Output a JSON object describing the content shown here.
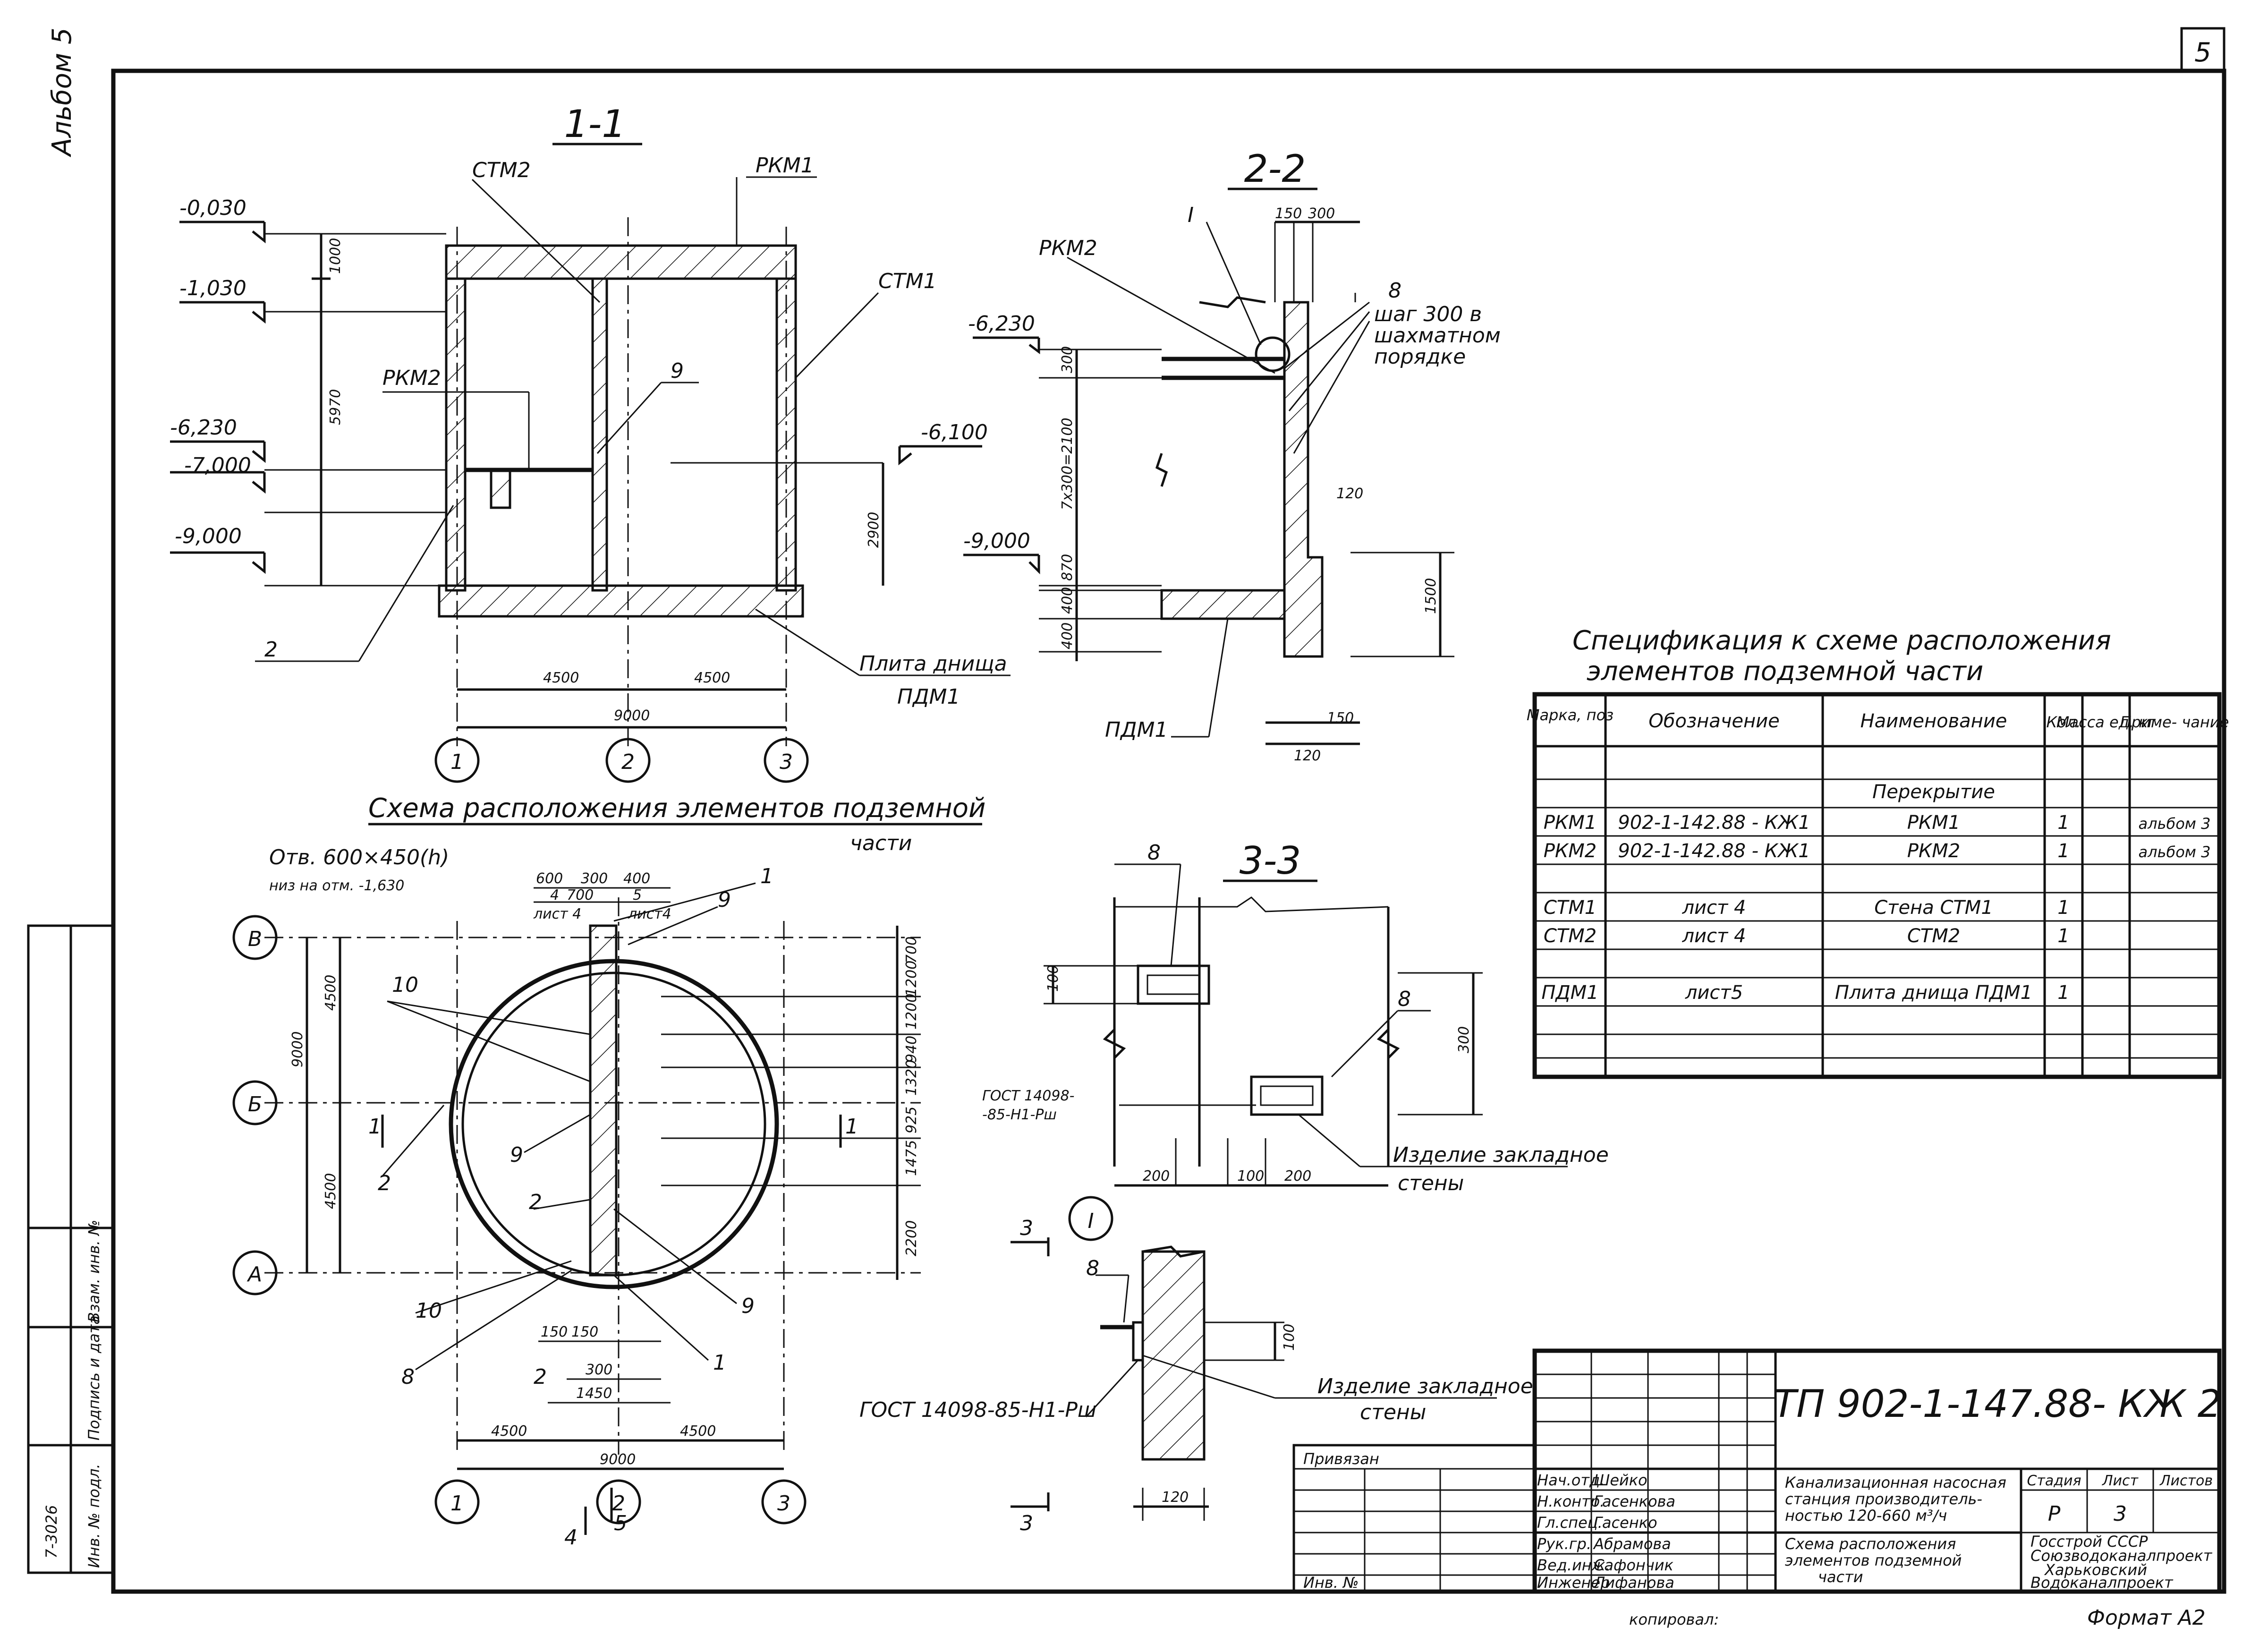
{
  "sheet": {
    "album": "Альбом 5",
    "page_number": "5",
    "doc_code": "ТП 902-1-147.88- КЖ 2",
    "copied": "копировал:",
    "format": "Формат А2"
  },
  "section_1_1": {
    "title": "1-1",
    "marks": {
      "rkm1": "РКМ1",
      "stm2": "СТМ2",
      "stm1": "СТМ1",
      "rkm2": "РКМ2",
      "p9": "9",
      "p2": "2",
      "slab": "Плита днища",
      "pdm1": "ПДМ1"
    },
    "levels": [
      "-0,030",
      "-1,030",
      "-6,230",
      "-7,000",
      "-9,000"
    ],
    "level_right": "-6,100",
    "dims": {
      "d1000": "1000",
      "d5970": "5970",
      "d2900": "2900",
      "d4500a": "4500",
      "d4500b": "4500",
      "d9000": "9000"
    },
    "axes": [
      "1",
      "2",
      "3"
    ]
  },
  "section_2_2": {
    "title": "2-2",
    "marks": {
      "rkm2": "РКМ2",
      "node": "I",
      "p8": "8",
      "pdm1": "ПДМ1"
    },
    "note": [
      "шаг 300 в",
      "шахматном",
      "порядке"
    ],
    "levels": [
      "-6,230",
      "-9,000"
    ],
    "dims": {
      "d150": "150",
      "d300": "300",
      "d300v": "300",
      "d71": "7х300=2100",
      "d870": "870",
      "d400": "400",
      "d400b": "400",
      "d120": "120",
      "d1500": "1500",
      "d150b": "150",
      "d120b": "120"
    }
  },
  "plan": {
    "title": [
      "Схема расположения элементов подземной",
      "части"
    ],
    "opening": [
      "Отв. 600×450(h)",
      "низ на отм. -1,630"
    ],
    "sheet_refs": [
      "лист 4",
      "лист4"
    ],
    "top_dims": [
      "600",
      "300",
      "400",
      "4",
      "700",
      "5"
    ],
    "marks": {
      "p1a": "1",
      "p9a": "9",
      "p10a": "10",
      "p2a": "2",
      "p9b": "9",
      "p2b": "2",
      "p10b": "10",
      "p9c": "9",
      "p8": "8",
      "p1b": "1",
      "p2c": "2"
    },
    "row_axes": [
      "В",
      "Б",
      "А"
    ],
    "left_dims": [
      "9000",
      "4500",
      "4500"
    ],
    "right_dims": [
      "700",
      "1200",
      "1200",
      "940",
      "1320",
      "925",
      "1475",
      "2200"
    ],
    "bottom_dims": [
      "150",
      "150",
      "300",
      "1450",
      "4500",
      "4500",
      "9000"
    ],
    "axes": [
      "1",
      "2",
      "3"
    ],
    "cuts": [
      "1",
      "1",
      "4",
      "5"
    ]
  },
  "section_3_3": {
    "title": "3-3",
    "marks": {
      "p8a": "8",
      "p8b": "8"
    },
    "dims": {
      "d100": "100",
      "d300": "300",
      "d200a": "200",
      "d100b": "100",
      "d200b": "200"
    },
    "gost": [
      "ГОСТ 14098-",
      "-85-Н1-Рш"
    ],
    "embedded": [
      "Изделие закладное",
      "стены"
    ]
  },
  "node_I": {
    "title": "I",
    "cut": "3",
    "mark": "8",
    "gost": "ГОСТ 14098-85-Н1-Рш",
    "embedded": [
      "Изделие закладное",
      "стены"
    ],
    "dims": {
      "d100": "100",
      "d120": "120"
    }
  },
  "spec": {
    "title": [
      "Спецификация к схеме расположения",
      "элементов подземной части"
    ],
    "headers": [
      "Марка, поз",
      "Обозначение",
      "Наименование",
      "Кол.",
      "Масса ед. кг",
      "Приме- чание"
    ],
    "group": "Перекрытие",
    "rows": [
      [
        "РКМ1",
        "902-1-142.88 - КЖ1",
        "РКМ1",
        "1",
        "",
        "альбом 3"
      ],
      [
        "РКМ2",
        "902-1-142.88 - КЖ1",
        "РКМ2",
        "1",
        "",
        "альбом 3"
      ],
      [
        "СТМ1",
        "лист 4",
        "Стена СТМ1",
        "1",
        "",
        ""
      ],
      [
        "СТМ2",
        "лист 4",
        "СТМ2",
        "1",
        "",
        ""
      ],
      [
        "ПДМ1",
        "лист5",
        "Плита днища ПДМ1",
        "1",
        "",
        ""
      ]
    ]
  },
  "title_block": {
    "privyazan": "Привязан",
    "inv": "Инв. №",
    "people": [
      [
        "Нач.отд.",
        "Шейко"
      ],
      [
        "Н.контр.",
        "Гасенкова"
      ],
      [
        "Гл.спец.",
        "Гасенко"
      ],
      [
        "Рук.гр.",
        "Абрамова"
      ],
      [
        "Вед.инж.",
        "Сафончик"
      ],
      [
        "Инженер",
        "Лифанова"
      ]
    ],
    "project": [
      "Канализационная насосная",
      "станция производитель-",
      "ностью 120-660 м³/ч"
    ],
    "drawing": [
      "Схема расположения",
      "элементов подземной",
      "части"
    ],
    "stage_hdr": [
      "Стадия",
      "Лист",
      "Листов"
    ],
    "stage": "Р",
    "sheet": "3",
    "org": [
      "Госстрой СССР",
      "Союзводоканалпроект",
      "Харьковский",
      "Водоканалпроект"
    ],
    "left_stamp": [
      "Инв. № подл.",
      "Подпись и дата",
      "Взам. инв. №",
      "7-3026"
    ]
  }
}
